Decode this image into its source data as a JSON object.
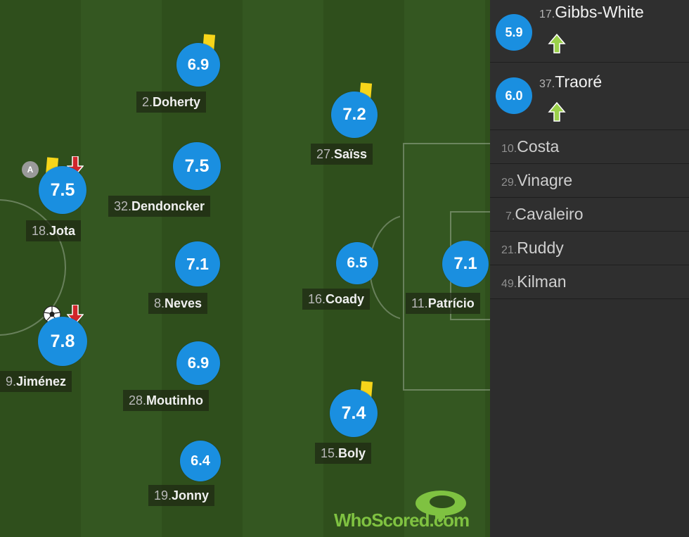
{
  "colors": {
    "rating_blue": "#1a8fe0",
    "yellow_card": "#f6d51a",
    "pitch_dark": "#2f4f1c",
    "pitch_light": "#345721",
    "sub_arrow": "#9bd14a",
    "off_arrow": "#d0262b"
  },
  "players": [
    {
      "rating": "7.5",
      "number": "18.",
      "name": "Jota",
      "icons": [
        "captain-icon",
        "yellow-card-icon",
        "red-down-arrow-icon"
      ]
    },
    {
      "rating": "7.8",
      "number": "9.",
      "name": "Jiménez",
      "icons": [
        "ball-icon",
        "red-down-arrow-icon"
      ]
    },
    {
      "rating": "6.9",
      "number": "2.",
      "name": "Doherty",
      "icons": [
        "yellow-card-icon"
      ]
    },
    {
      "rating": "7.5",
      "number": "32.",
      "name": "Dendoncker",
      "icons": []
    },
    {
      "rating": "7.1",
      "number": "8.",
      "name": "Neves",
      "icons": []
    },
    {
      "rating": "6.9",
      "number": "28.",
      "name": "Moutinho",
      "icons": []
    },
    {
      "rating": "6.4",
      "number": "19.",
      "name": "Jonny",
      "icons": []
    },
    {
      "rating": "7.2",
      "number": "27.",
      "name": "Saïss",
      "icons": [
        "yellow-card-icon"
      ]
    },
    {
      "rating": "6.5",
      "number": "16.",
      "name": "Coady",
      "icons": []
    },
    {
      "rating": "7.4",
      "number": "15.",
      "name": "Boly",
      "icons": [
        "yellow-card-icon"
      ]
    },
    {
      "rating": "7.1",
      "number": "11.",
      "name": "Patrício",
      "icons": []
    }
  ],
  "captain_letter": "A",
  "substitutes_in": [
    {
      "rating": "5.9",
      "number": "17.",
      "name": "Gibbs-White",
      "icon": "green-up-arrow-icon"
    },
    {
      "rating": "6.0",
      "number": "37.",
      "name": "Traoré",
      "icon": "green-up-arrow-icon"
    }
  ],
  "bench": [
    {
      "number": "10.",
      "name": "Costa"
    },
    {
      "number": "29.",
      "name": "Vinagre"
    },
    {
      "number": "7.",
      "name": "Cavaleiro"
    },
    {
      "number": "21.",
      "name": "Ruddy"
    },
    {
      "number": "49.",
      "name": "Kilman"
    }
  ],
  "logo": {
    "who": "WhoScored",
    "dot": ".",
    "com": "com"
  }
}
